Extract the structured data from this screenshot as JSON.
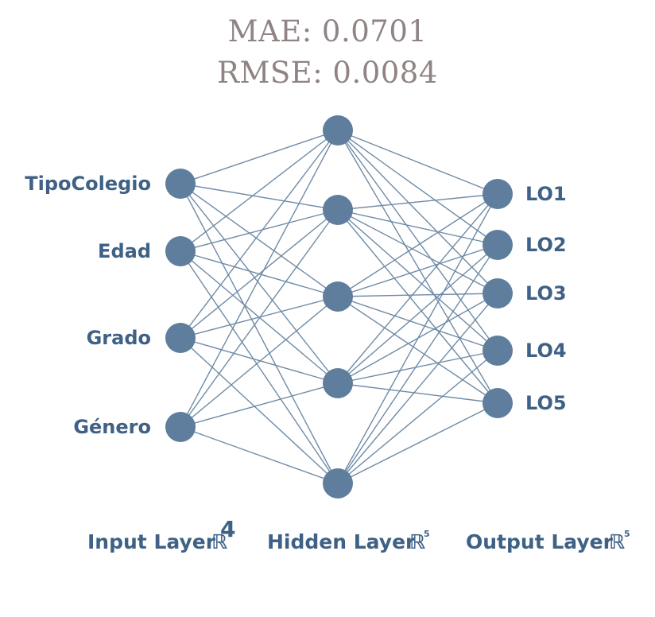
{
  "metrics": {
    "mae": "MAE: 0.0701",
    "rmse": "RMSE: 0.0084"
  },
  "colors": {
    "node": "#5f7d9c",
    "edge": "#6f8ba6",
    "label": "#3f6185",
    "metric": "#8f8483"
  },
  "network": {
    "input_labels": [
      "TipoColegio",
      "Edad",
      "Grado",
      "Género"
    ],
    "output_labels": [
      "LO1",
      "LO2",
      "LO3",
      "LO4",
      "LO5"
    ],
    "hidden_count": 5
  },
  "layers": {
    "input": {
      "label": "Input Layer",
      "symbol": "ℝ",
      "dim": "4"
    },
    "hidden": {
      "label": "Hidden Layer",
      "symbol": "ℝ",
      "dim": "5"
    },
    "output": {
      "label": "Output Layer",
      "symbol": "ℝ",
      "dim": "5"
    }
  }
}
